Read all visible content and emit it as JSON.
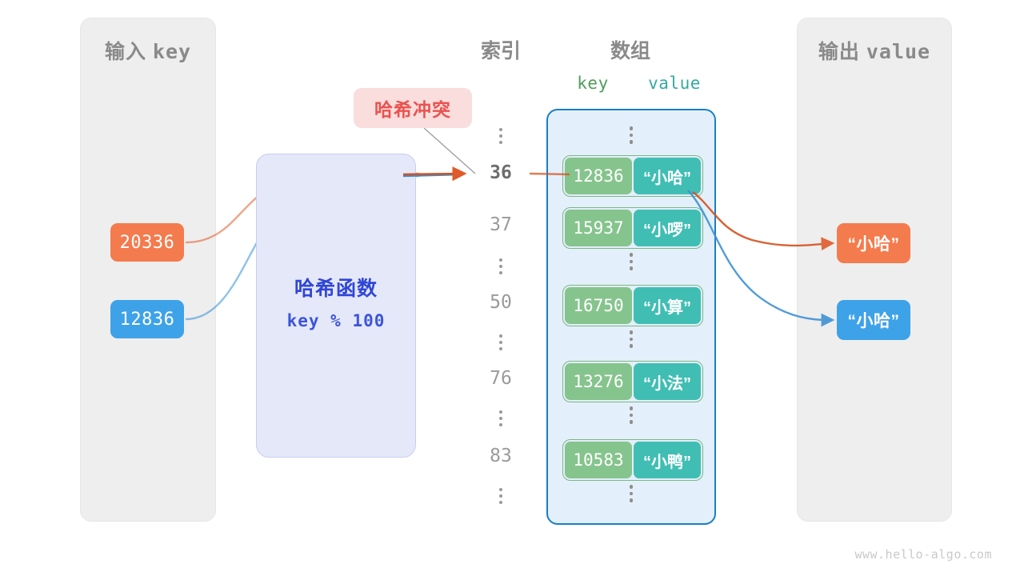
{
  "input_panel": {
    "title_cjk": "输入",
    "title_mono": "key"
  },
  "output_panel": {
    "title_cjk": "输出",
    "title_mono": "value"
  },
  "headings": {
    "index": "索引",
    "array": "数组",
    "key_label": "key",
    "value_label": "value"
  },
  "collision": {
    "label": "哈希冲突"
  },
  "hash_function": {
    "title": "哈希函数",
    "formula": "key % 100"
  },
  "input_keys": [
    {
      "value": "20336",
      "color": "#f47b4d"
    },
    {
      "value": "12836",
      "color": "#3ea2e8"
    }
  ],
  "output_values": [
    {
      "value": "“小哈”",
      "color": "#f47b4d"
    },
    {
      "value": "“小哈”",
      "color": "#3ea2e8"
    }
  ],
  "index_column": [
    {
      "type": "dots"
    },
    {
      "type": "index",
      "label": "36",
      "active": true
    },
    {
      "type": "index",
      "label": "37",
      "active": false
    },
    {
      "type": "dots"
    },
    {
      "type": "index",
      "label": "50",
      "active": false
    },
    {
      "type": "dots"
    },
    {
      "type": "index",
      "label": "76",
      "active": false
    },
    {
      "type": "dots"
    },
    {
      "type": "index",
      "label": "83",
      "active": false
    },
    {
      "type": "dots"
    }
  ],
  "array_rows": [
    {
      "type": "dots"
    },
    {
      "type": "bucket",
      "key": "12836",
      "value": "“小哈”"
    },
    {
      "type": "bucket",
      "key": "15937",
      "value": "“小啰”"
    },
    {
      "type": "dots"
    },
    {
      "type": "bucket",
      "key": "16750",
      "value": "“小算”"
    },
    {
      "type": "dots"
    },
    {
      "type": "bucket",
      "key": "13276",
      "value": "“小法”"
    },
    {
      "type": "dots"
    },
    {
      "type": "bucket",
      "key": "10583",
      "value": "“小鸭”"
    },
    {
      "type": "dots"
    }
  ],
  "colors": {
    "panel_bg": "#eeeeee",
    "cell_key": "#86c48d",
    "cell_value": "#41beb4",
    "array_bg": "#e3f0fb",
    "array_border": "#1a7fc4",
    "hash_bg": "#e5e8f9",
    "hash_text": "#2f46d6",
    "orange": "#f47b4d",
    "blue": "#3ea2e8",
    "collision_bg": "#fadddd",
    "collision_text": "#e8534f"
  },
  "watermark": "www.hello-algo.com"
}
